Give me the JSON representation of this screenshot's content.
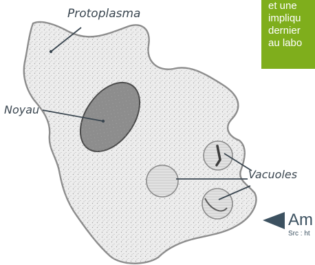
{
  "labels": {
    "protoplasma": "Protoplasma",
    "noyau": "Noyau",
    "vacuoles": "Vacuoles"
  },
  "side_text": [
    "et une",
    "impliqu",
    "dernier",
    "au labo"
  ],
  "caption": {
    "title": "Am",
    "source": "Src : ht"
  },
  "colors": {
    "accent_green": "#7fae1c",
    "caption_text": "#3c5160",
    "label_line": "#3a4650"
  }
}
